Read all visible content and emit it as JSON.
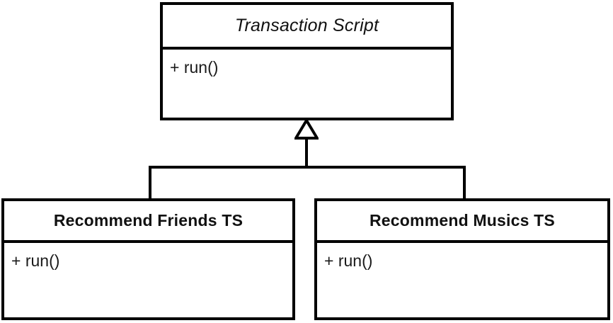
{
  "diagram": {
    "kind": "uml-class-diagram",
    "background_color": "#ffffff",
    "line_color": "#000000",
    "text_color": "#111111",
    "relationship": {
      "type": "generalization",
      "arrowhead": "hollow-triangle",
      "parent": "Transaction Script",
      "children": [
        "Recommend Friends TS",
        "Recommend Musics TS"
      ]
    },
    "classes": [
      {
        "id": "transaction-script",
        "name": "Transaction Script",
        "abstract": true,
        "name_style": "italic",
        "members": [
          "+ run()"
        ]
      },
      {
        "id": "recommend-friends-ts",
        "name": "Recommend Friends TS",
        "abstract": false,
        "name_style": "bold",
        "members": [
          "+ run()"
        ]
      },
      {
        "id": "recommend-musics-ts",
        "name": "Recommend Musics TS",
        "abstract": false,
        "name_style": "bold",
        "members": [
          "+ run()"
        ]
      }
    ]
  }
}
